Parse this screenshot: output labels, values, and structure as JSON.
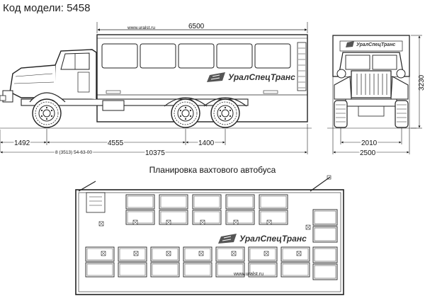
{
  "header": {
    "model_label": "Код модели:",
    "model_code": "5458"
  },
  "dimensions": {
    "body_length": "6500",
    "front_overhang": "1492",
    "wheelbase_front": "4555",
    "wheelbase_rear": "1400",
    "total_length": "10375",
    "height": "3230",
    "track": "2010",
    "width": "2500"
  },
  "phone": "8 (3513) 54-63-00",
  "website": "www.uralst.ru",
  "brand": "УралСпецТранс",
  "layout_title": "Планировка вахтового автобуса",
  "colors": {
    "line": "#222222",
    "background": "#ffffff"
  }
}
